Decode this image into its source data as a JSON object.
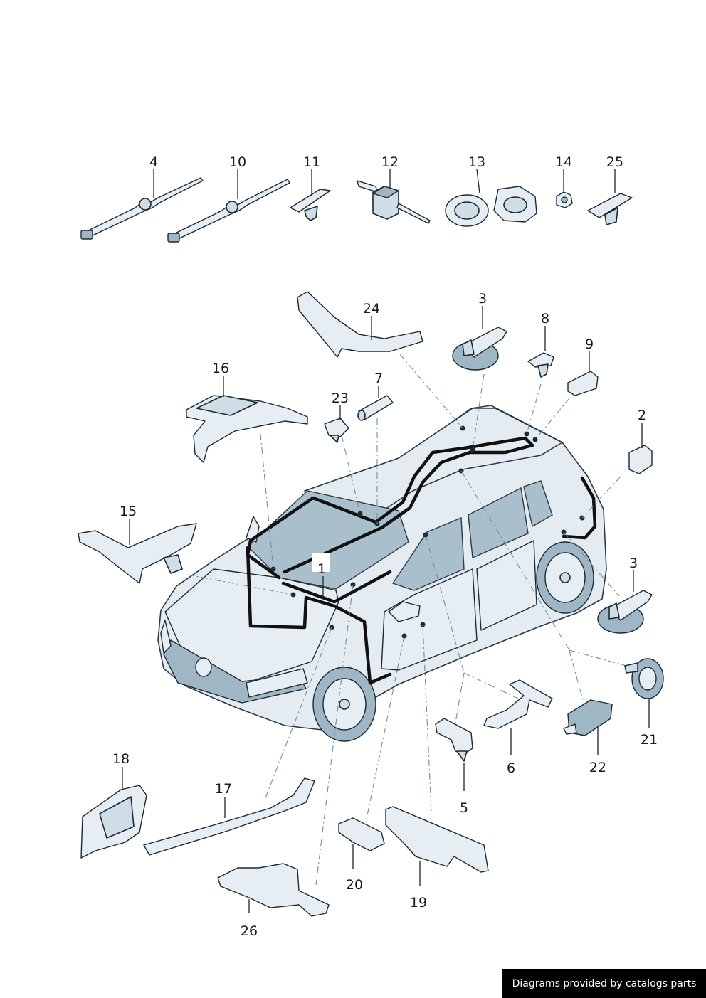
{
  "diagram": {
    "callouts": [
      {
        "id": "c4",
        "text": "4"
      },
      {
        "id": "c10",
        "text": "10"
      },
      {
        "id": "c11",
        "text": "11"
      },
      {
        "id": "c12",
        "text": "12"
      },
      {
        "id": "c13",
        "text": "13"
      },
      {
        "id": "c14",
        "text": "14"
      },
      {
        "id": "c25",
        "text": "25"
      },
      {
        "id": "c24",
        "text": "24"
      },
      {
        "id": "c3a",
        "text": "3"
      },
      {
        "id": "c8",
        "text": "8"
      },
      {
        "id": "c9",
        "text": "9"
      },
      {
        "id": "c16",
        "text": "16"
      },
      {
        "id": "c7",
        "text": "7"
      },
      {
        "id": "c23",
        "text": "23"
      },
      {
        "id": "c2",
        "text": "2"
      },
      {
        "id": "c15",
        "text": "15"
      },
      {
        "id": "c1",
        "text": "1"
      },
      {
        "id": "c3b",
        "text": "3"
      },
      {
        "id": "c21",
        "text": "21"
      },
      {
        "id": "c6",
        "text": "6"
      },
      {
        "id": "c22",
        "text": "22"
      },
      {
        "id": "c5",
        "text": "5"
      },
      {
        "id": "c18",
        "text": "18"
      },
      {
        "id": "c17",
        "text": "17"
      },
      {
        "id": "c20",
        "text": "20"
      },
      {
        "id": "c19",
        "text": "19"
      },
      {
        "id": "c26",
        "text": "26"
      }
    ]
  },
  "credit": {
    "text": "Diagrams provided by catalogs parts"
  }
}
